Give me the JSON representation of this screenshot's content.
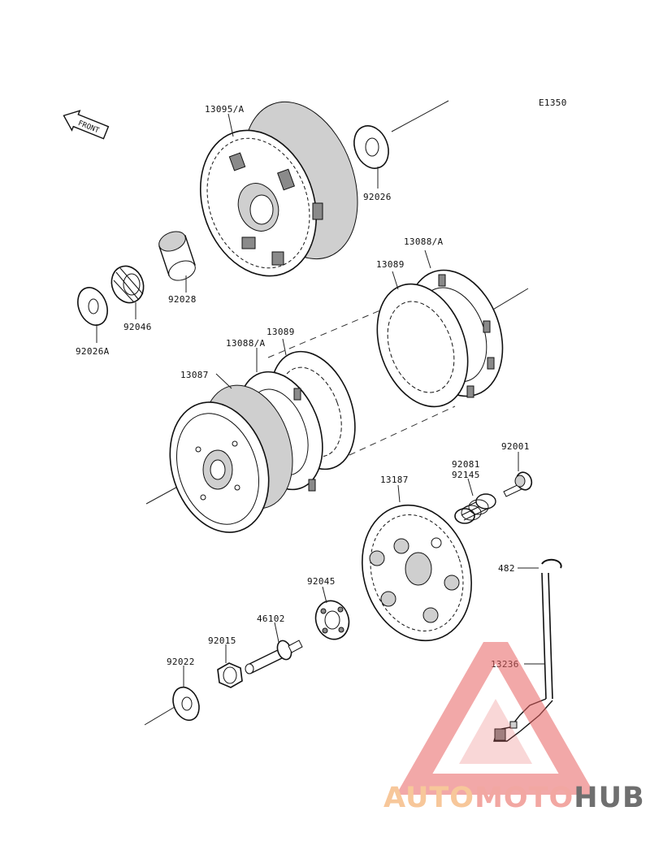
{
  "diagram": {
    "code": "E1350",
    "front_label": "FRONT",
    "parts": [
      {
        "id": "p13095",
        "label": "13095/A"
      },
      {
        "id": "p92026",
        "label": "92026"
      },
      {
        "id": "p92028",
        "label": "92028"
      },
      {
        "id": "p92046",
        "label": "92046"
      },
      {
        "id": "p92026A",
        "label": "92026A"
      },
      {
        "id": "p13088A_top",
        "label": "13088/A"
      },
      {
        "id": "p13089_top",
        "label": "13089"
      },
      {
        "id": "p13089_mid",
        "label": "13089"
      },
      {
        "id": "p13088A_mid",
        "label": "13088/A"
      },
      {
        "id": "p13087",
        "label": "13087"
      },
      {
        "id": "p92081",
        "label": "92081"
      },
      {
        "id": "p92145",
        "label": "92145"
      },
      {
        "id": "p92001",
        "label": "92001"
      },
      {
        "id": "p13187",
        "label": "13187"
      },
      {
        "id": "p482",
        "label": "482"
      },
      {
        "id": "p92045",
        "label": "92045"
      },
      {
        "id": "p46102",
        "label": "46102"
      },
      {
        "id": "p92015",
        "label": "92015"
      },
      {
        "id": "p92022",
        "label": "92022"
      },
      {
        "id": "p13236",
        "label": "13236"
      }
    ]
  },
  "watermark": {
    "part1": "AUTO",
    "part2": "MOTO",
    "part3": "HUB",
    "colors": {
      "auto": "#f7c79a",
      "moto": "#f2a7a2",
      "hub": "#6f6f6f",
      "triangle": "#e86060"
    }
  }
}
